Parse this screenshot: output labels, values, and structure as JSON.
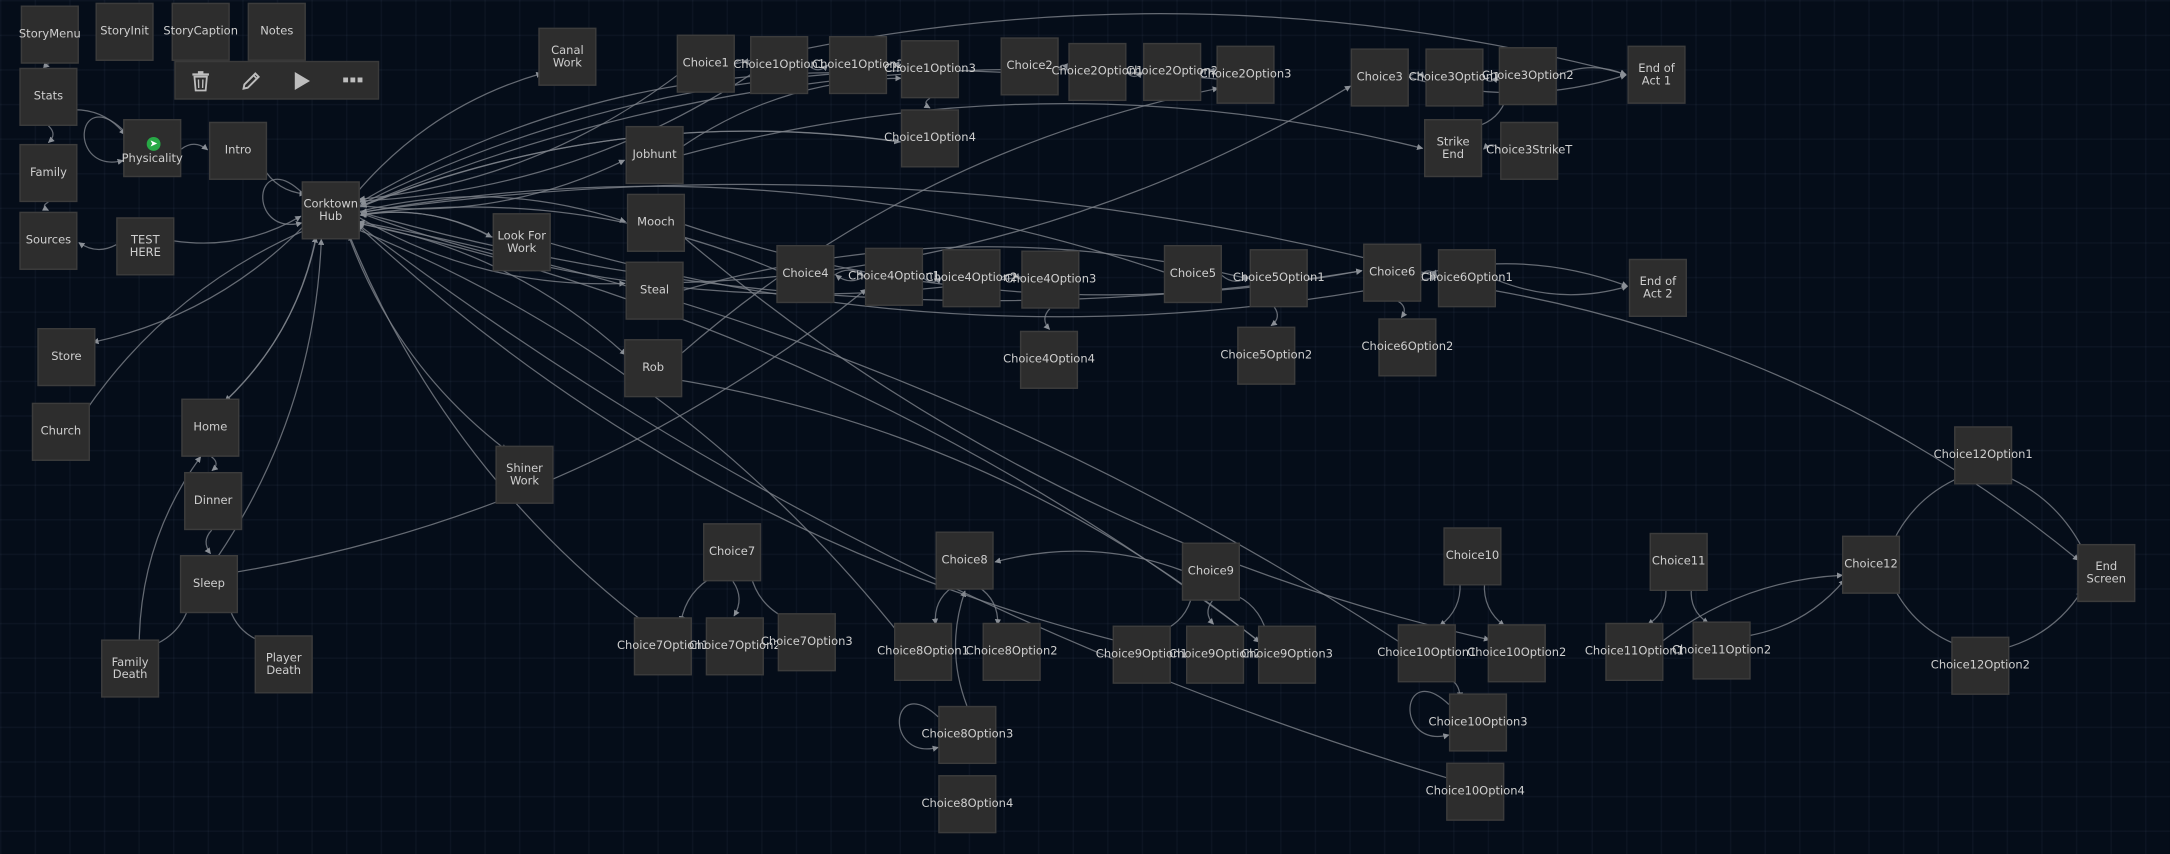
{
  "toolbar": {
    "buttons": [
      {
        "name": "delete-button",
        "icon": "trash-icon"
      },
      {
        "name": "edit-button",
        "icon": "pencil-icon"
      },
      {
        "name": "test-play-button",
        "icon": "play-icon"
      },
      {
        "name": "more-button",
        "icon": "ellipsis-icon"
      }
    ]
  },
  "start_badge_icon": "rocket-icon",
  "passages": [
    {
      "id": "storymenu",
      "label": "StoryMenu"
    },
    {
      "id": "storyinit",
      "label": "StoryInit"
    },
    {
      "id": "storycaption",
      "label": "StoryCaption"
    },
    {
      "id": "notes",
      "label": "Notes"
    },
    {
      "id": "stats",
      "label": "Stats"
    },
    {
      "id": "physicality",
      "label": "Physicality"
    },
    {
      "id": "intro",
      "label": "Intro"
    },
    {
      "id": "family",
      "label": "Family"
    },
    {
      "id": "sources",
      "label": "Sources"
    },
    {
      "id": "test-here",
      "label": "TEST\nHERE"
    },
    {
      "id": "corktown-hub",
      "label": "Corktown\nHub"
    },
    {
      "id": "canal-work",
      "label": "Canal\nWork"
    },
    {
      "id": "jobhunt",
      "label": "Jobhunt"
    },
    {
      "id": "look-for-work",
      "label": "Look For\nWork"
    },
    {
      "id": "mooch",
      "label": "Mooch"
    },
    {
      "id": "steal",
      "label": "Steal"
    },
    {
      "id": "rob",
      "label": "Rob"
    },
    {
      "id": "store",
      "label": "Store"
    },
    {
      "id": "church",
      "label": "Church"
    },
    {
      "id": "home",
      "label": "Home"
    },
    {
      "id": "dinner",
      "label": "Dinner"
    },
    {
      "id": "sleep",
      "label": "Sleep"
    },
    {
      "id": "family-death",
      "label": "Family\nDeath"
    },
    {
      "id": "player-death",
      "label": "Player\nDeath"
    },
    {
      "id": "shiner-work",
      "label": "Shiner\nWork"
    },
    {
      "id": "choice1",
      "label": "Choice1"
    },
    {
      "id": "choice1option1",
      "label": "Choice1Option1"
    },
    {
      "id": "choice1option2",
      "label": "Choice1Option2"
    },
    {
      "id": "choice1option3",
      "label": "Choice1Option3"
    },
    {
      "id": "choice1option4",
      "label": "Choice1Option4"
    },
    {
      "id": "choice2",
      "label": "Choice2"
    },
    {
      "id": "choice2option1",
      "label": "Choice2Option1"
    },
    {
      "id": "choice2option2",
      "label": "Choice2Option2"
    },
    {
      "id": "choice2option3",
      "label": "Choice2Option3"
    },
    {
      "id": "choice3",
      "label": "Choice3"
    },
    {
      "id": "choice3option1",
      "label": "Choice3Option1"
    },
    {
      "id": "choice3option2",
      "label": "Choice3Option2"
    },
    {
      "id": "end-act1",
      "label": "End of\nAct 1"
    },
    {
      "id": "strike-end",
      "label": "Strike\nEnd"
    },
    {
      "id": "choice3striket",
      "label": "Choice3StrikeT"
    },
    {
      "id": "choice4",
      "label": "Choice4"
    },
    {
      "id": "choice4option1",
      "label": "Choice4Option1"
    },
    {
      "id": "choice4option2",
      "label": "Choice4Option2"
    },
    {
      "id": "choice4option3",
      "label": "Choice4Option3"
    },
    {
      "id": "choice4option4",
      "label": "Choice4Option4"
    },
    {
      "id": "choice5",
      "label": "Choice5"
    },
    {
      "id": "choice5option1",
      "label": "Choice5Option1"
    },
    {
      "id": "choice5option2",
      "label": "Choice5Option2"
    },
    {
      "id": "choice6",
      "label": "Choice6"
    },
    {
      "id": "choice6option1",
      "label": "Choice6Option1"
    },
    {
      "id": "choice6option2",
      "label": "Choice6Option2"
    },
    {
      "id": "end-act2",
      "label": "End of\nAct 2"
    },
    {
      "id": "choice7",
      "label": "Choice7"
    },
    {
      "id": "choice7option1",
      "label": "Choice7Option1"
    },
    {
      "id": "choice7option2",
      "label": "Choice7Option2"
    },
    {
      "id": "choice7option3",
      "label": "Choice7Option3"
    },
    {
      "id": "choice8",
      "label": "Choice8"
    },
    {
      "id": "choice8option1",
      "label": "Choice8Option1"
    },
    {
      "id": "choice8option2",
      "label": "Choice8Option2"
    },
    {
      "id": "choice8option3",
      "label": "Choice8Option3"
    },
    {
      "id": "choice8option4",
      "label": "Choice8Option4"
    },
    {
      "id": "choice9",
      "label": "Choice9"
    },
    {
      "id": "choice9option1",
      "label": "Choice9Option1"
    },
    {
      "id": "choice9option2",
      "label": "Choice9Option2"
    },
    {
      "id": "choice9option3",
      "label": "Choice9Option3"
    },
    {
      "id": "choice10",
      "label": "Choice10"
    },
    {
      "id": "choice10option1",
      "label": "Choice10Option1"
    },
    {
      "id": "choice10option2",
      "label": "Choice10Option2"
    },
    {
      "id": "choice10option3",
      "label": "Choice10Option3"
    },
    {
      "id": "choice10option4",
      "label": "Choice10Option4"
    },
    {
      "id": "choice11",
      "label": "Choice11"
    },
    {
      "id": "choice11option1",
      "label": "Choice11Option1"
    },
    {
      "id": "choice11option2",
      "label": "Choice11Option2"
    },
    {
      "id": "choice12",
      "label": "Choice12"
    },
    {
      "id": "choice12option1",
      "label": "Choice12Option1"
    },
    {
      "id": "choice12option2",
      "label": "Choice12Option2"
    },
    {
      "id": "end-screen",
      "label": "End\nScreen"
    }
  ],
  "links": [
    [
      "stats",
      "physicality"
    ],
    [
      "physicality",
      "physicality"
    ],
    [
      "physicality",
      "intro"
    ],
    [
      "intro",
      "corktown-hub"
    ],
    [
      "corktown-hub",
      "corktown-hub"
    ],
    [
      "storymenu",
      "stats"
    ],
    [
      "stats",
      "family"
    ],
    [
      "family",
      "sources"
    ],
    [
      "test-here",
      "sources"
    ],
    [
      "test-here",
      "corktown-hub"
    ],
    [
      "corktown-hub",
      "store"
    ],
    [
      "corktown-hub",
      "church"
    ],
    [
      "corktown-hub",
      "home"
    ],
    [
      "home",
      "corktown-hub"
    ],
    [
      "home",
      "dinner"
    ],
    [
      "dinner",
      "sleep"
    ],
    [
      "sleep",
      "family-death"
    ],
    [
      "sleep",
      "player-death"
    ],
    [
      "family-death",
      "home"
    ],
    [
      "sleep",
      "corktown-hub"
    ],
    [
      "corktown-hub",
      "canal-work"
    ],
    [
      "corktown-hub",
      "jobhunt"
    ],
    [
      "corktown-hub",
      "look-for-work"
    ],
    [
      "look-for-work",
      "corktown-hub"
    ],
    [
      "corktown-hub",
      "mooch"
    ],
    [
      "corktown-hub",
      "steal"
    ],
    [
      "corktown-hub",
      "rob"
    ],
    [
      "corktown-hub",
      "shiner-work"
    ],
    [
      "choice1",
      "choice1option1"
    ],
    [
      "choice1option1",
      "choice1option2"
    ],
    [
      "choice1option2",
      "choice1option3"
    ],
    [
      "choice1option3",
      "choice1option4"
    ],
    [
      "choice1option1",
      "corktown-hub"
    ],
    [
      "choice1option2",
      "corktown-hub"
    ],
    [
      "choice1",
      "corktown-hub"
    ],
    [
      "choice1option4",
      "corktown-hub"
    ],
    [
      "choice2",
      "choice2option1"
    ],
    [
      "choice2option1",
      "choice2option2"
    ],
    [
      "choice2option2",
      "choice2option3"
    ],
    [
      "choice2option3",
      "corktown-hub"
    ],
    [
      "choice3",
      "choice3option1"
    ],
    [
      "choice3option1",
      "choice3option2"
    ],
    [
      "choice3option2",
      "end-act1"
    ],
    [
      "choice3",
      "end-act1"
    ],
    [
      "choice3option2",
      "strike-end"
    ],
    [
      "choice3striket",
      "strike-end"
    ],
    [
      "choice1",
      "end-act1"
    ],
    [
      "choice2",
      "corktown-hub"
    ],
    [
      "choice4",
      "choice4option1"
    ],
    [
      "choice4option1",
      "choice4option2"
    ],
    [
      "choice4option2",
      "choice4option3"
    ],
    [
      "choice4option3",
      "choice4option4"
    ],
    [
      "choice4option1",
      "choice4"
    ],
    [
      "choice4",
      "corktown-hub"
    ],
    [
      "choice4option3",
      "corktown-hub"
    ],
    [
      "choice5",
      "choice5option1"
    ],
    [
      "choice5option1",
      "choice5option2"
    ],
    [
      "choice5",
      "corktown-hub"
    ],
    [
      "choice6",
      "choice6option1"
    ],
    [
      "choice6option1",
      "end-act2"
    ],
    [
      "choice6",
      "choice6option2"
    ],
    [
      "choice6option1",
      "corktown-hub"
    ],
    [
      "choice6",
      "end-act2"
    ],
    [
      "choice7",
      "choice7option1"
    ],
    [
      "choice7",
      "choice7option2"
    ],
    [
      "choice7",
      "choice7option3"
    ],
    [
      "choice7option1",
      "corktown-hub"
    ],
    [
      "choice8",
      "choice8option1"
    ],
    [
      "choice8",
      "choice8option2"
    ],
    [
      "choice8option3",
      "choice8option3"
    ],
    [
      "choice8option3",
      "choice8"
    ],
    [
      "choice8option1",
      "corktown-hub"
    ],
    [
      "choice9",
      "choice9option1"
    ],
    [
      "choice9",
      "choice9option2"
    ],
    [
      "choice9",
      "choice9option3"
    ],
    [
      "choice9",
      "choice8"
    ],
    [
      "choice9option1",
      "corktown-hub"
    ],
    [
      "choice9option3",
      "corktown-hub"
    ],
    [
      "choice10",
      "choice10option1"
    ],
    [
      "choice10",
      "choice10option2"
    ],
    [
      "choice10option1",
      "choice10option3"
    ],
    [
      "choice10option3",
      "choice10option3"
    ],
    [
      "choice10option4",
      "corktown-hub"
    ],
    [
      "choice10option1",
      "corktown-hub"
    ],
    [
      "choice11",
      "choice11option1"
    ],
    [
      "choice11",
      "choice11option2"
    ],
    [
      "choice11option1",
      "choice12"
    ],
    [
      "choice11option2",
      "choice12"
    ],
    [
      "choice12",
      "choice12option1"
    ],
    [
      "choice12",
      "choice12option2"
    ],
    [
      "choice12option1",
      "end-screen"
    ],
    [
      "choice12option2",
      "end-screen"
    ],
    [
      "choice6option1",
      "end-screen"
    ],
    [
      "steal",
      "choice3"
    ],
    [
      "rob",
      "choice2option3"
    ],
    [
      "sleep",
      "choice4option1"
    ],
    [
      "jobhunt",
      "strike-end"
    ],
    [
      "mooch",
      "choice6"
    ],
    [
      "steal",
      "choice5option1"
    ],
    [
      "look-for-work",
      "choice6option1"
    ],
    [
      "rob",
      "choice9option3"
    ],
    [
      "mooch",
      "choice10option2"
    ],
    [
      "jobhunt",
      "choice1option3"
    ],
    [
      "corktown-hub",
      "choice6"
    ],
    [
      "corktown-hub",
      "choice1option4"
    ]
  ]
}
